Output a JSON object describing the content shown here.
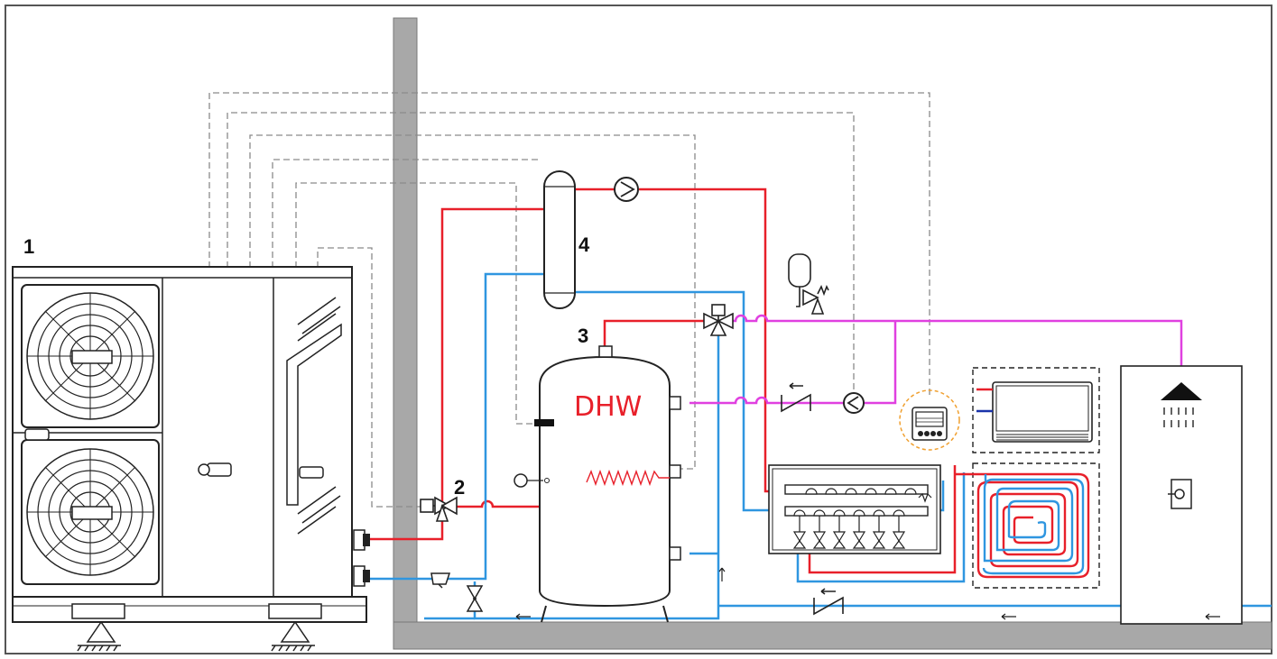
{
  "labels": {
    "heat_pump": "1",
    "diverter_valve": "2",
    "tank_outlet": "3",
    "buffer": "4",
    "tank": "DHW"
  },
  "colors": {
    "hot_line": "#e8202a",
    "cold_line": "#2f96e0",
    "dhw_recirc_line": "#e040e0",
    "control_wire": "#8a8a8a",
    "wall": "#a8a8a8",
    "tank_text": "#e8202a",
    "thermostat_ring": "#f0a030"
  },
  "icons": [
    "fan-icon",
    "pump-icon",
    "check-valve-icon",
    "three-way-valve-icon",
    "expansion-vessel-icon",
    "shower-icon",
    "thermostat-icon",
    "ground-support-icon"
  ]
}
